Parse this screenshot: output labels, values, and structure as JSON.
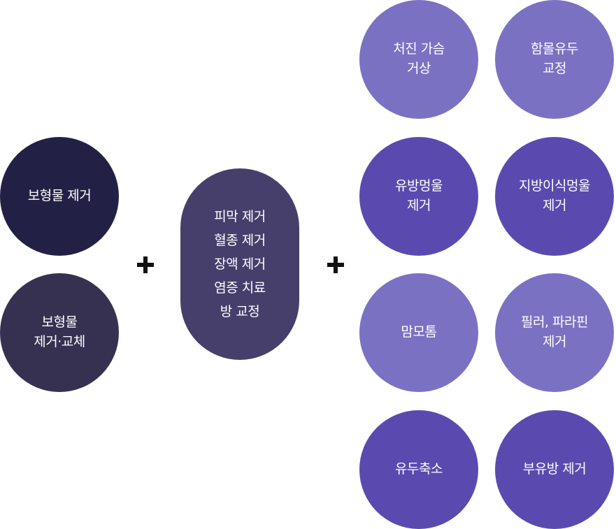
{
  "colors": {
    "darkest": "#232046",
    "dark": "#363151",
    "pill": "#463f6b",
    "light_purple": "#7b71c3",
    "deep_purple": "#5a4ab0",
    "plus": "#111111"
  },
  "group1": {
    "items": [
      {
        "label": "보형물 제거"
      },
      {
        "label": "보형물\n제거·교체"
      }
    ]
  },
  "group2": {
    "lines": [
      "피막 제거",
      "혈종 제거",
      "장액 제거",
      "염증 치료",
      "방 교정"
    ]
  },
  "group3": {
    "items": [
      {
        "label": "처진 가슴\n거상"
      },
      {
        "label": "함몰유두\n교정"
      },
      {
        "label": "유방멍울\n제거"
      },
      {
        "label": "지방이식멍울\n제거"
      },
      {
        "label": "맘모톰"
      },
      {
        "label": "필러, 파라핀\n제거"
      },
      {
        "label": "유두축소"
      },
      {
        "label": "부유방 제거"
      }
    ]
  }
}
